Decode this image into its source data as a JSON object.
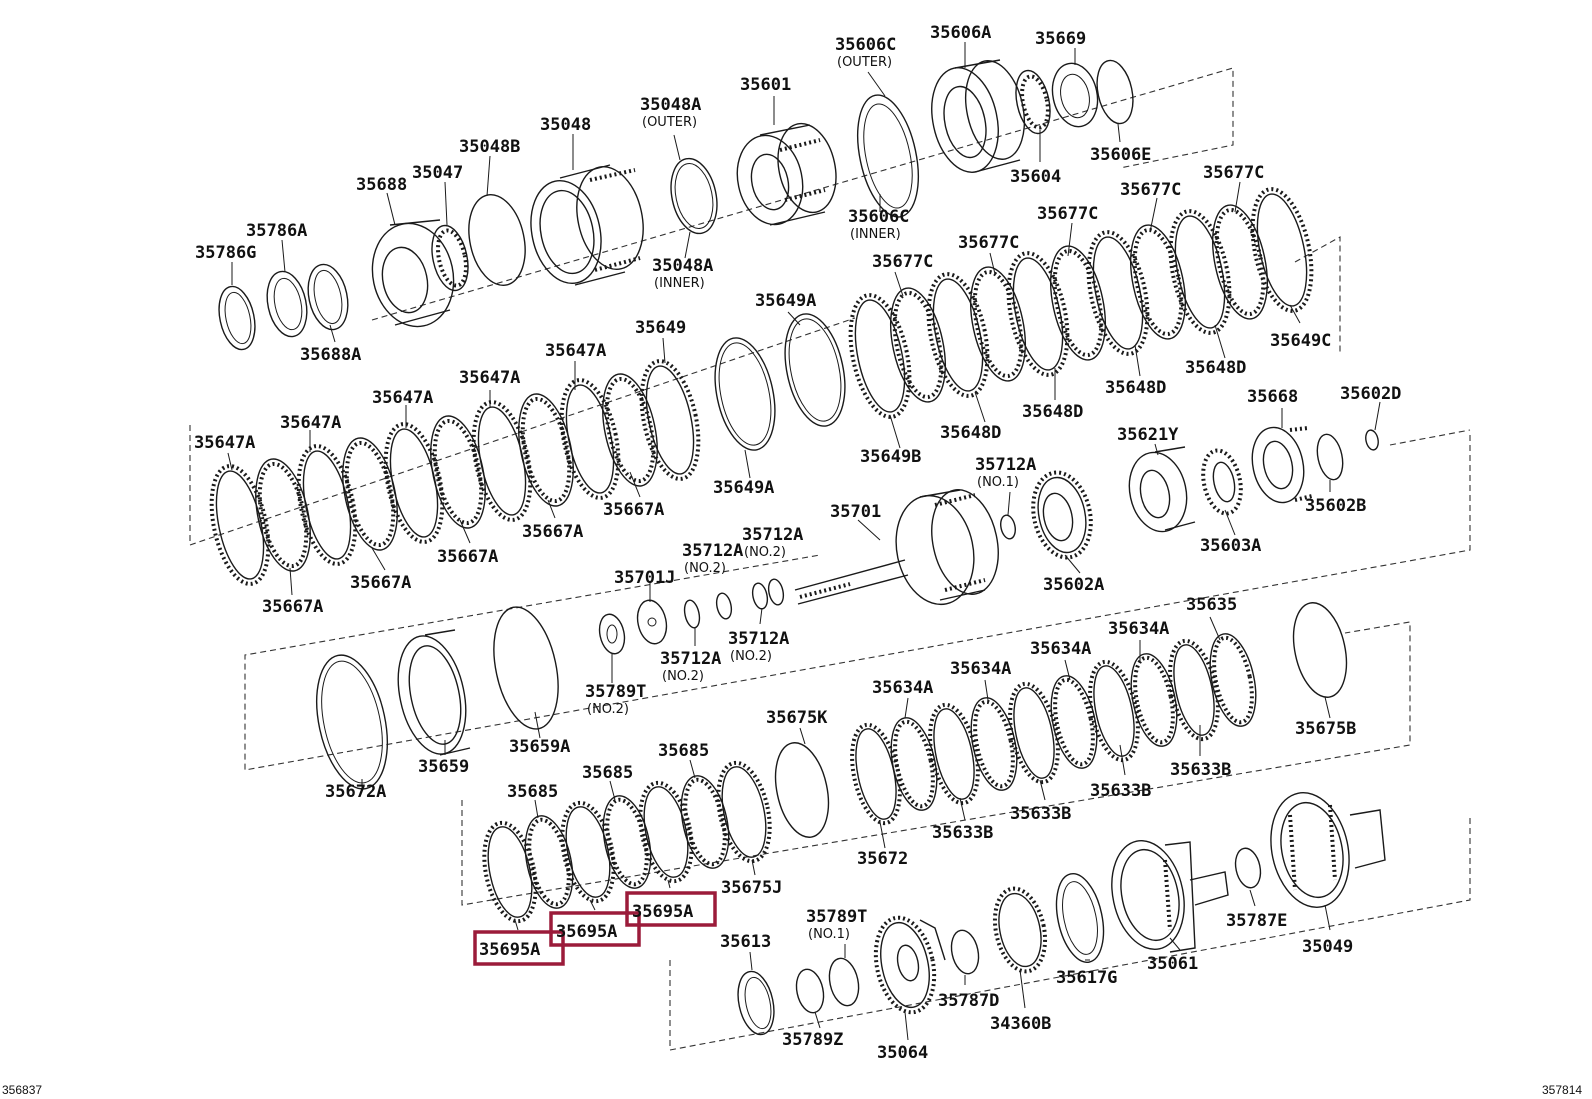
{
  "colors": {
    "highlight": "#9b1b3a",
    "ink": "#1a1a1a",
    "background": "#ffffff"
  },
  "corners": {
    "bottom_left": "356837",
    "bottom_right": "357814"
  },
  "parts": [
    {
      "id": "35606A",
      "note": ""
    },
    {
      "id": "35669",
      "note": ""
    },
    {
      "id": "35606C",
      "note": "(OUTER)"
    },
    {
      "id": "35601",
      "note": ""
    },
    {
      "id": "35048A",
      "note": "(OUTER)"
    },
    {
      "id": "35048",
      "note": ""
    },
    {
      "id": "35048B",
      "note": ""
    },
    {
      "id": "35047",
      "note": ""
    },
    {
      "id": "35688",
      "note": ""
    },
    {
      "id": "35786A",
      "note": ""
    },
    {
      "id": "35786G",
      "note": ""
    },
    {
      "id": "35688A",
      "note": ""
    },
    {
      "id": "35048A",
      "note": "(INNER)"
    },
    {
      "id": "35606C",
      "note": "(INNER)"
    },
    {
      "id": "35604",
      "note": ""
    },
    {
      "id": "35606E",
      "note": ""
    },
    {
      "id": "35677C",
      "note": ""
    },
    {
      "id": "35677C",
      "note": ""
    },
    {
      "id": "35677C",
      "note": ""
    },
    {
      "id": "35677C",
      "note": ""
    },
    {
      "id": "35677C",
      "note": ""
    },
    {
      "id": "35649A",
      "note": ""
    },
    {
      "id": "35649",
      "note": ""
    },
    {
      "id": "35647A",
      "note": ""
    },
    {
      "id": "35647A",
      "note": ""
    },
    {
      "id": "35647A",
      "note": ""
    },
    {
      "id": "35647A",
      "note": ""
    },
    {
      "id": "35647A",
      "note": ""
    },
    {
      "id": "35649C",
      "note": ""
    },
    {
      "id": "35648D",
      "note": ""
    },
    {
      "id": "35648D",
      "note": ""
    },
    {
      "id": "35648D",
      "note": ""
    },
    {
      "id": "35648D",
      "note": ""
    },
    {
      "id": "35649B",
      "note": ""
    },
    {
      "id": "35668",
      "note": ""
    },
    {
      "id": "35602D",
      "note": ""
    },
    {
      "id": "35621Y",
      "note": ""
    },
    {
      "id": "35712A",
      "note": "(NO.1)"
    },
    {
      "id": "35602B",
      "note": ""
    },
    {
      "id": "35649A",
      "note": ""
    },
    {
      "id": "35667A",
      "note": ""
    },
    {
      "id": "35667A",
      "note": ""
    },
    {
      "id": "35667A",
      "note": ""
    },
    {
      "id": "35667A",
      "note": ""
    },
    {
      "id": "35667A",
      "note": ""
    },
    {
      "id": "35701",
      "note": ""
    },
    {
      "id": "35712A",
      "note": "(NO.2)"
    },
    {
      "id": "35712A",
      "note": "(NO.2)"
    },
    {
      "id": "35603A",
      "note": ""
    },
    {
      "id": "35701J",
      "note": ""
    },
    {
      "id": "35602A",
      "note": ""
    },
    {
      "id": "35635",
      "note": ""
    },
    {
      "id": "35634A",
      "note": ""
    },
    {
      "id": "35634A",
      "note": ""
    },
    {
      "id": "35634A",
      "note": ""
    },
    {
      "id": "35634A",
      "note": ""
    },
    {
      "id": "35712A",
      "note": "(NO.2)"
    },
    {
      "id": "35712A",
      "note": "(NO.2)"
    },
    {
      "id": "35789T",
      "note": "(NO.2)"
    },
    {
      "id": "35675K",
      "note": ""
    },
    {
      "id": "35675B",
      "note": ""
    },
    {
      "id": "35659A",
      "note": ""
    },
    {
      "id": "35685",
      "note": ""
    },
    {
      "id": "35685",
      "note": ""
    },
    {
      "id": "35685",
      "note": ""
    },
    {
      "id": "35659",
      "note": ""
    },
    {
      "id": "35633B",
      "note": ""
    },
    {
      "id": "35633B",
      "note": ""
    },
    {
      "id": "35633B",
      "note": ""
    },
    {
      "id": "35633B",
      "note": ""
    },
    {
      "id": "35672A",
      "note": ""
    },
    {
      "id": "35672",
      "note": ""
    },
    {
      "id": "35675J",
      "note": ""
    },
    {
      "id": "35695A",
      "note": ""
    },
    {
      "id": "35695A",
      "note": ""
    },
    {
      "id": "35695A",
      "note": ""
    },
    {
      "id": "35789T",
      "note": "(NO.1)"
    },
    {
      "id": "35613",
      "note": ""
    },
    {
      "id": "35787E",
      "note": ""
    },
    {
      "id": "35049",
      "note": ""
    },
    {
      "id": "35061",
      "note": ""
    },
    {
      "id": "35617G",
      "note": ""
    },
    {
      "id": "34360B",
      "note": ""
    },
    {
      "id": "35787D",
      "note": ""
    },
    {
      "id": "35789Z",
      "note": ""
    },
    {
      "id": "35064",
      "note": ""
    }
  ]
}
